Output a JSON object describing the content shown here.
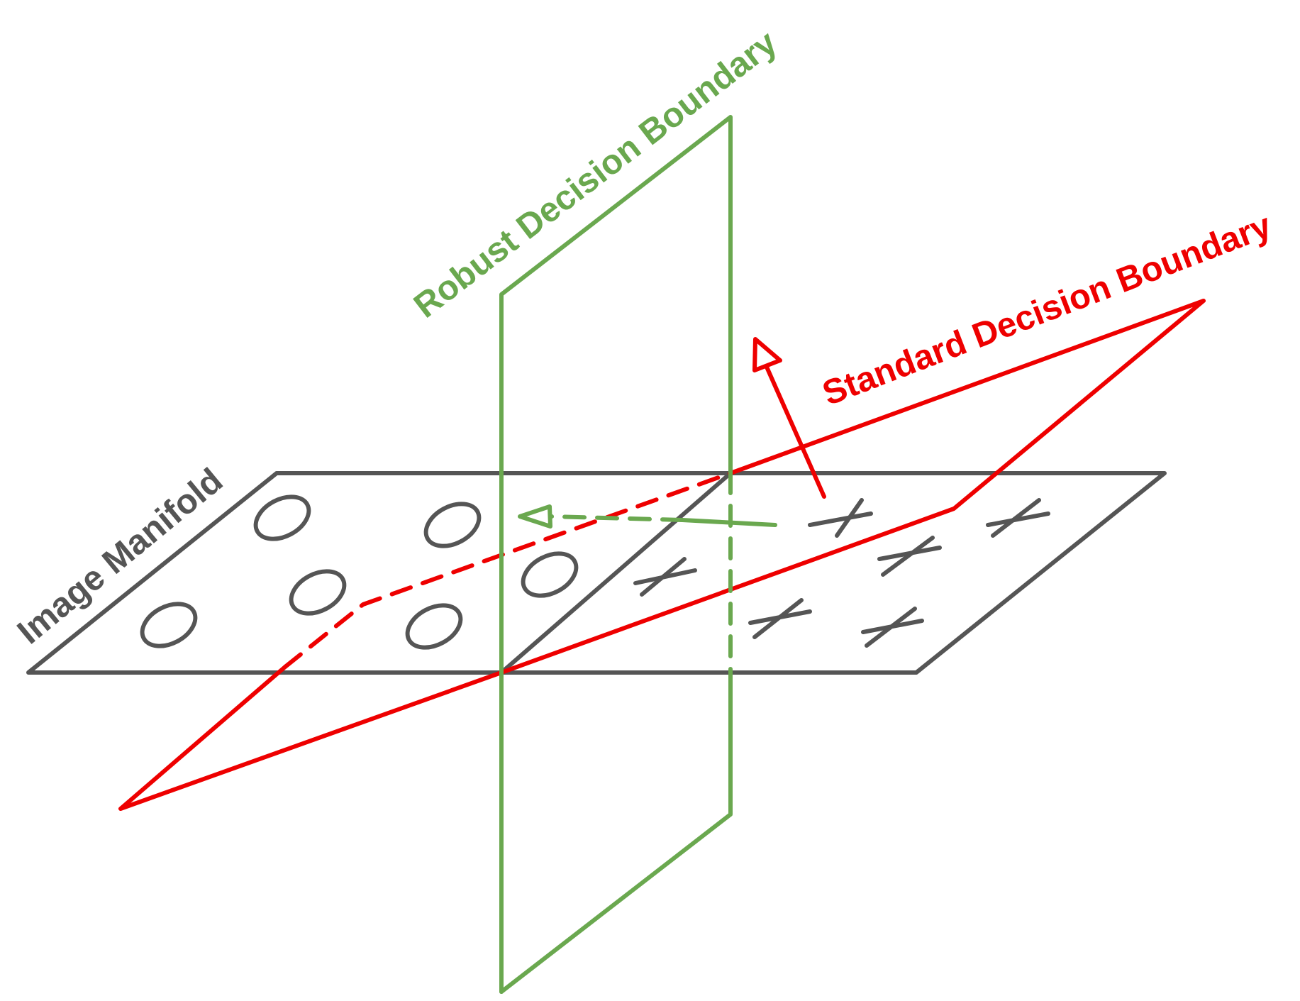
{
  "labels": {
    "image_manifold": "Image Manifold",
    "robust_boundary": "Robust Decision Boundary",
    "standard_boundary": "Standard Decision Boundary"
  },
  "colors": {
    "manifold": "#555555",
    "robust": "#6aa84f",
    "standard": "#ee0000",
    "background": "#ffffff"
  },
  "icons": {
    "circle_class": "ellipse-o-icon",
    "cross_class": "x-mark-icon",
    "standard_arrow": "arrow-up-icon",
    "robust_arrow": "arrow-left-icon"
  }
}
